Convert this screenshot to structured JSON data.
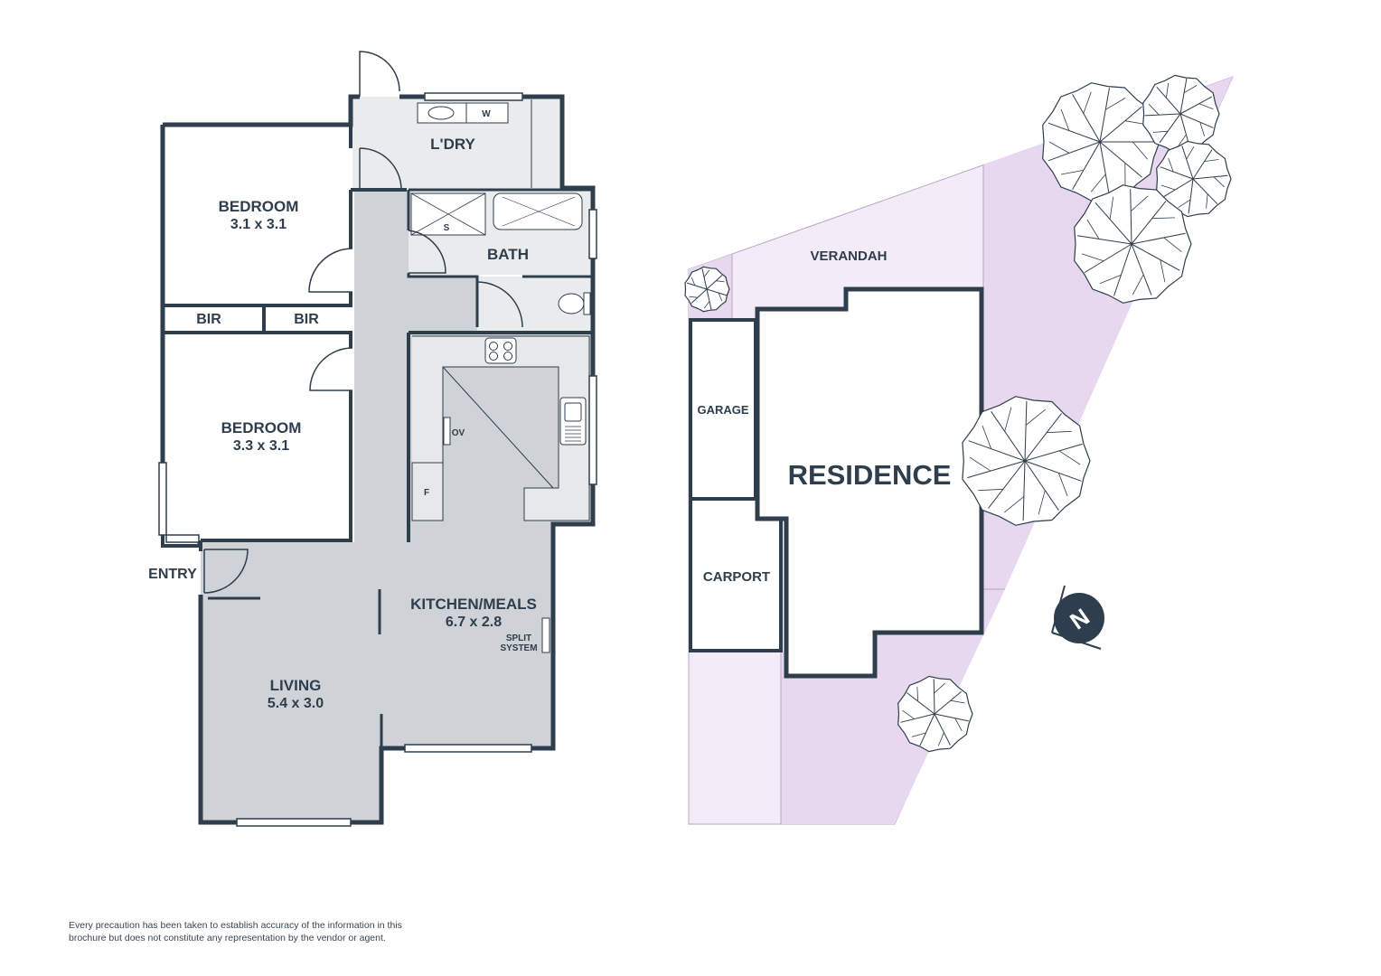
{
  "floor_plan": {
    "rooms": {
      "laundry": {
        "name": "L'DRY"
      },
      "bedroom1": {
        "name": "BEDROOM",
        "size": "3.1 x 3.1"
      },
      "bath": {
        "name": "BATH"
      },
      "bir1": {
        "name": "BIR"
      },
      "bir2": {
        "name": "BIR"
      },
      "bedroom2": {
        "name": "BEDROOM",
        "size": "3.3 x 3.1"
      },
      "kitchen": {
        "name": "KITCHEN/MEALS",
        "size": "6.7 x 2.8"
      },
      "living": {
        "name": "LIVING",
        "size": "5.4 x 3.0"
      }
    },
    "labels": {
      "entry": "ENTRY",
      "washer": "W",
      "shower": "S",
      "oven": "OV",
      "fridge": "F",
      "split_line1": "SPLIT",
      "split_line2": "SYSTEM"
    }
  },
  "site_plan": {
    "residence": "RESIDENCE",
    "verandah": "VERANDAH",
    "garage": "GARAGE",
    "carport": "CARPORT",
    "north_label": "N"
  },
  "colors": {
    "wall": "#2f3e4c",
    "floor_grey": "#cfd2d6",
    "floor_light": "#e9ebed",
    "lot_light": "#f3ebf7",
    "lot_dark": "#e8d8ef",
    "accent_lilac": "#d9c3e3"
  },
  "disclaimer": {
    "line1": "Every precaution has been taken to establish accuracy of the information in this",
    "line2": "brochure but does not constitute any representation by the vendor or agent."
  }
}
